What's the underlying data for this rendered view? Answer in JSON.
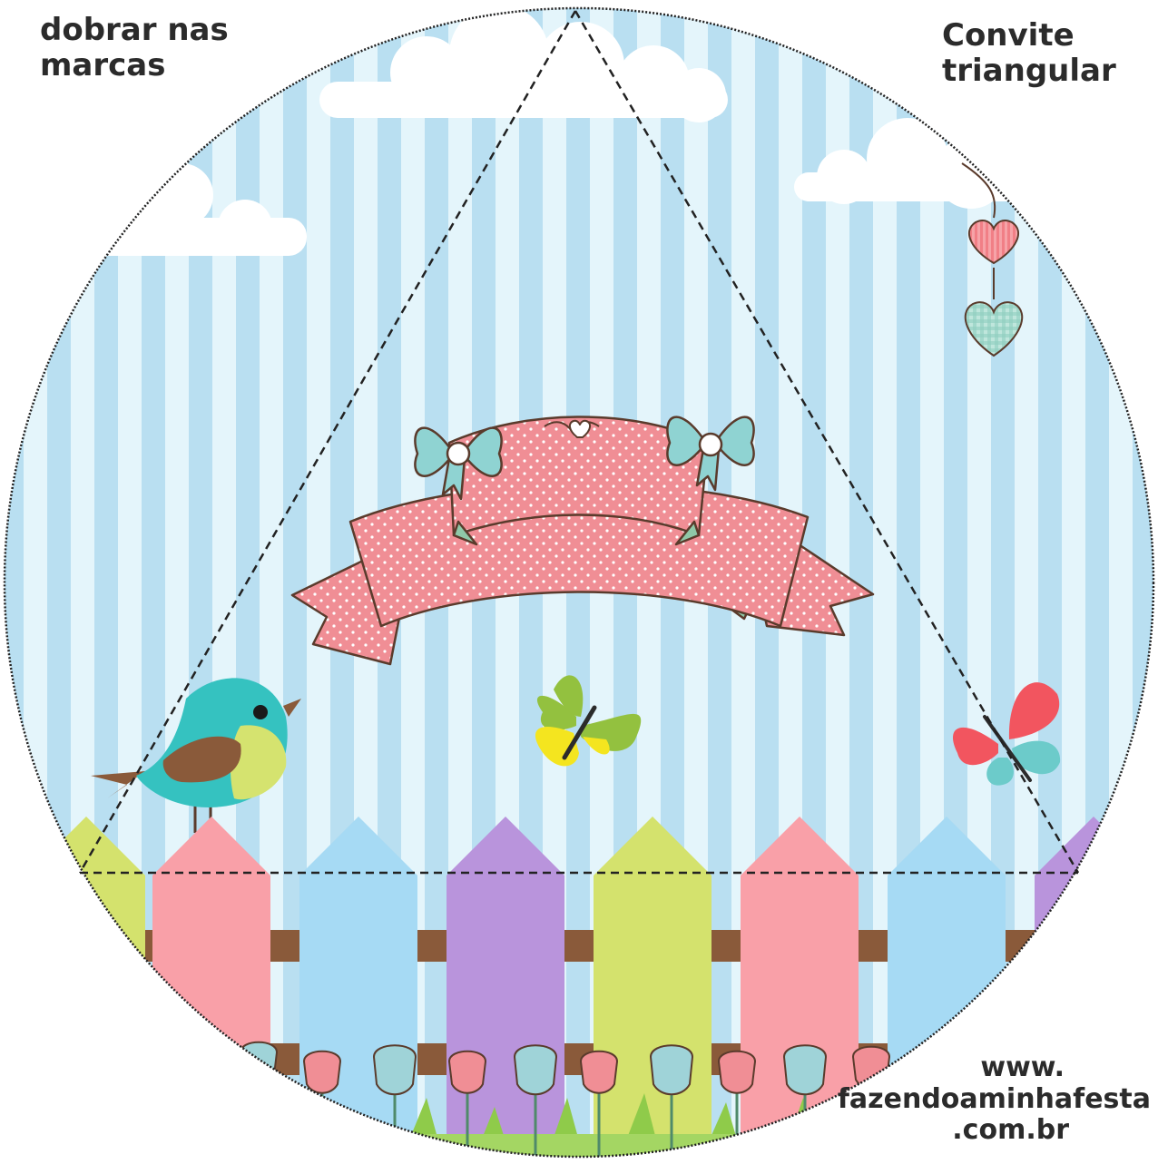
{
  "labels": {
    "fold_instruction": "dobrar nas marcas",
    "title_line1": "Convite",
    "title_line2": "triangular",
    "site_line1": "www.",
    "site_line2": "fazendoaminhafesta",
    "site_line3": ".com.br"
  },
  "colors": {
    "sky_light": "#e4f5fb",
    "stripe": "#b9dff1",
    "fence_pink": "#f9a0a8",
    "fence_blue": "#a6daf4",
    "fence_purple": "#b994dc",
    "fence_green": "#d4e26d",
    "rail_brown": "#8a5a3a",
    "banner_pink": "#f08e95",
    "bow_teal": "#8fd3d2",
    "bird_teal": "#35c2c0",
    "butterfly_green": "#93c13f",
    "butterfly_yellow": "#f4e51f",
    "butterfly_red": "#f2555f"
  },
  "icons": [
    "cloud-icon",
    "hearts-garland-icon",
    "ribbon-banner-icon",
    "bird-icon",
    "butterfly-icon",
    "rose-icon",
    "fence-icon"
  ]
}
